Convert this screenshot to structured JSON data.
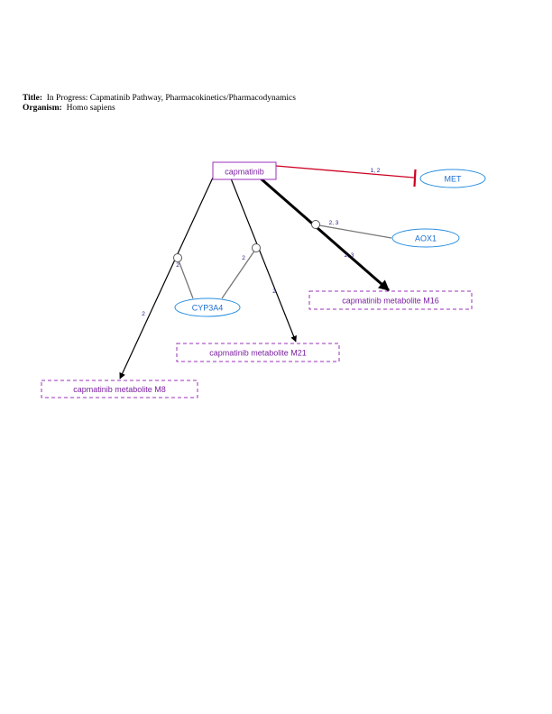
{
  "header": {
    "title_label": "Title:",
    "title": "In Progress: Capmatinib Pathway, Pharmacokinetics/Pharmacodynamics",
    "organism_label": "Organism:",
    "organism": "Homo sapiens"
  },
  "nodes": {
    "capmatinib": "capmatinib",
    "met": "MET",
    "aox1": "AOX1",
    "cyp3a4": "CYP3A4",
    "m16": "capmatinib metabolite M16",
    "m21": "capmatinib metabolite M21",
    "m8": "capmatinib metabolite M8"
  },
  "edge_labels": {
    "met_inhibition": "1, 2",
    "aox1_catalysis": "2, 3",
    "m16_conversion": "2, 3",
    "cyp3a4_m21": "2",
    "m21_conversion": "2",
    "cyp3a4_m8": "2",
    "m8_conversion": "2"
  },
  "colors": {
    "drug_border": "#9b30b8",
    "drug_text": "#7a1fa0",
    "gene_border": "#2a8fe0",
    "gene_text": "#1a6fd0",
    "inhibition": "#cc0022",
    "edge_label": "#1a1a8a"
  }
}
